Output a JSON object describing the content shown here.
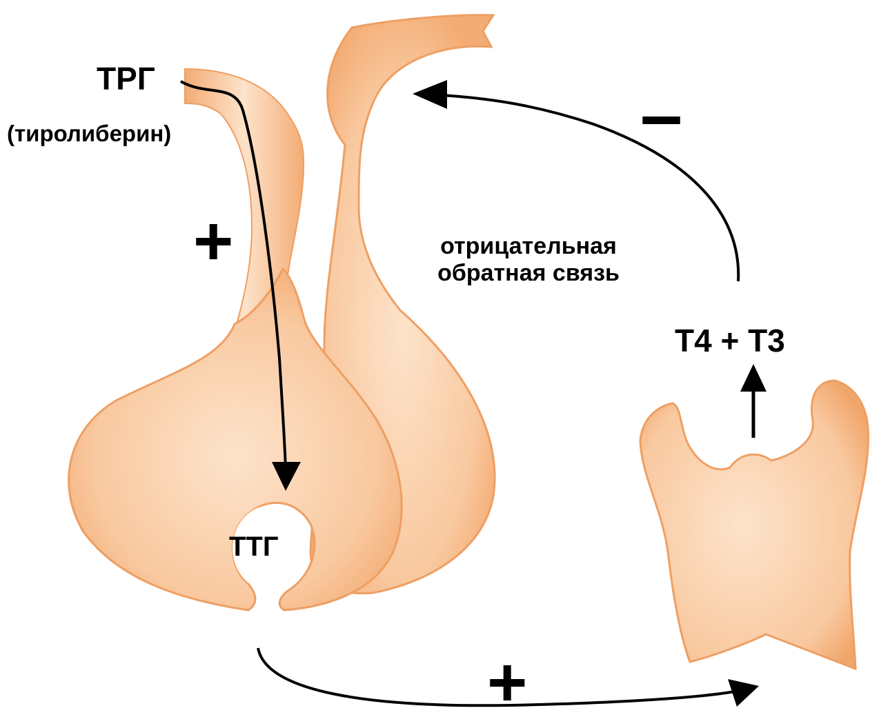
{
  "labels": {
    "trh": "ТРГ",
    "trh_sub": "(тиролиберин)",
    "tsh": "ТТГ",
    "hormones": "Т4 + Т3",
    "feedback_line1": "отрицательная",
    "feedback_line2": "обратная связь"
  },
  "signs": {
    "plus_stalk": "+",
    "plus_bottom": "+",
    "minus_feedback": "–"
  },
  "colors": {
    "organ_fill": "#f9c9a0",
    "organ_light": "#fde3cb",
    "organ_edge": "#ee9f63",
    "arrow": "#000000",
    "text": "#000000"
  }
}
